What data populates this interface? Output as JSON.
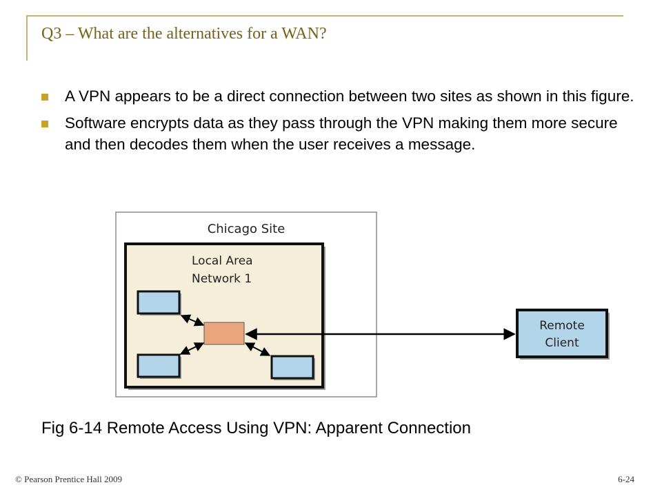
{
  "slide": {
    "title": "Q3 – What are the alternatives for a WAN?",
    "accent_color": "#c9b26f",
    "bullet_color": "#c9a227",
    "bullets": [
      "A VPN appears to be a direct connection between two sites as shown in this figure.",
      "Software encrypts data as they pass through the VPN making them more secure and then decodes them when the user receives a message."
    ]
  },
  "figure": {
    "site_label": "Chicago Site",
    "lan_label_line1": "Local Area",
    "lan_label_line2": "Network 1",
    "remote_label_line1": "Remote",
    "remote_label_line2": "Client",
    "caption": "Fig 6-14 Remote Access Using VPN: Apparent Connection"
  },
  "footer": {
    "copyright": "© Pearson Prentice Hall 2009",
    "page_number": "6-24"
  }
}
